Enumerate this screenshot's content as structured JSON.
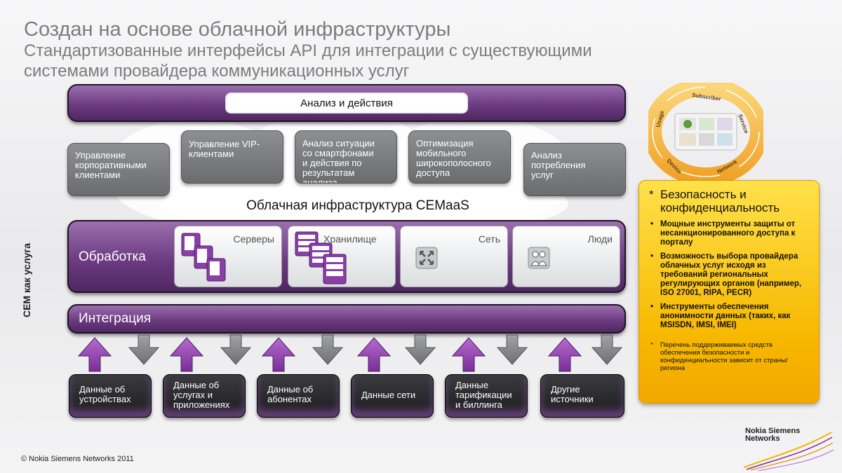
{
  "title": {
    "main": "Создан на основе облачной инфраструктуры",
    "sub1": "Стандартизованные интерфейсы API для интеграции с существующими",
    "sub2": "системами провайдера коммуникационных услуг"
  },
  "analysis_bar": {
    "label": "Анализ и действия"
  },
  "use_cases": [
    {
      "line1": "Управление",
      "line2": "корпоративными",
      "line3": "клиентами"
    },
    {
      "line1": "Управление VIP-",
      "line2": "клиентами"
    },
    {
      "line1": "Анализ ситуации",
      "line2": "со смартфонами",
      "line3": "и действия по",
      "line4": "результатам",
      "line5": "анализа"
    },
    {
      "line1": "Оптимизация",
      "line2": "мобильного",
      "line3": "широкополосного",
      "line4": "доступа"
    },
    {
      "line1": "Анализ",
      "line2": "потребления",
      "line3": "услуг"
    }
  ],
  "cloud_label": "Облачная инфраструктура CEMaaS",
  "processing": {
    "label": "Обработка",
    "tiles": [
      "Серверы",
      "Хранилище",
      "Сеть",
      "Люди"
    ]
  },
  "integration": {
    "label": "Интеграция"
  },
  "side_label": "CEM как услуга",
  "data_sources": [
    {
      "line1": "Данные об",
      "line2": "устройствах"
    },
    {
      "line1": "Данные об",
      "line2": "услугах и",
      "line3": "приложениях"
    },
    {
      "line1": "Данные об",
      "line2": "абонентах"
    },
    {
      "line1": "Данные сети"
    },
    {
      "line1": "Данные",
      "line2": "тарификации",
      "line3": "и биллинга"
    },
    {
      "line1": "Другие",
      "line2": "источники"
    }
  ],
  "cycle": {
    "segments": [
      "Subscriber",
      "Service",
      "Network",
      "Device",
      "Usage"
    ]
  },
  "security": {
    "star": "*",
    "title_line1": "Безопасность и",
    "title_line2": "конфиденциальность",
    "bullets": [
      "Мощные инструменты защиты от несанкционированного доступа к порталу",
      "Возможность выбора провайдера облачных услуг исходя из требований региональных регулирующих органов (например, ISO 27001, RIPA, PECR)",
      "Инструменты обеспечения анонимности данных (таких, как MSISDN, IMSI, IMEI)"
    ],
    "note": "Перечень поддерживаемых средств обеспечения безопасности и конфиденциальности зависит от страны/региона"
  },
  "footer": {
    "copyright": "© Nokia Siemens Networks 2011",
    "brand_line1": "Nokia Siemens",
    "brand_line2": "Networks"
  },
  "colors": {
    "purple": "#6d3b82",
    "purple_arrow": "#8a3fa8",
    "grey_arrow": "#8c8e92",
    "security_panel": "#f7b800",
    "cycle_orange": "#f5a623"
  }
}
